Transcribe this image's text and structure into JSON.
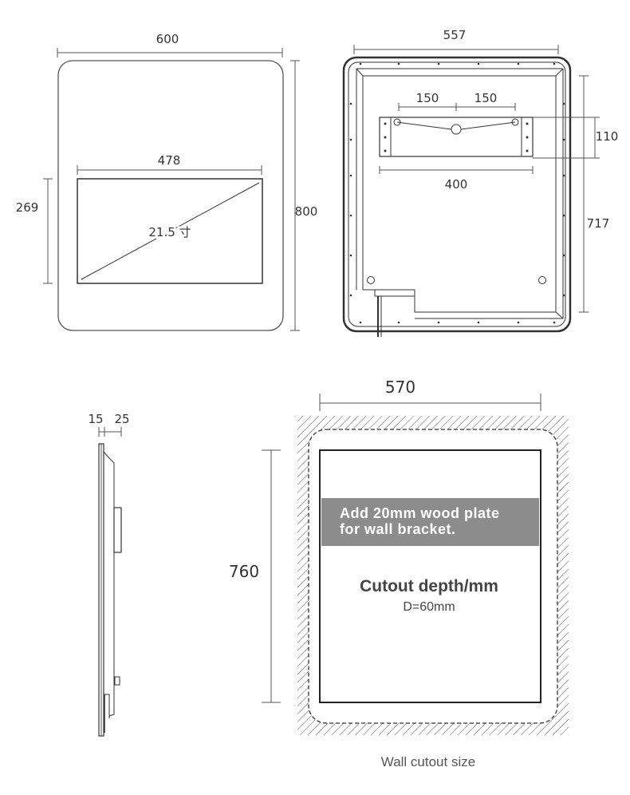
{
  "front_view": {
    "width_label": "600",
    "height_label": "800",
    "screen_width_label": "478",
    "screen_height_label": "269",
    "screen_size_label": "21.5 寸"
  },
  "back_view": {
    "width_label": "557",
    "height_label": "717",
    "bracket_left_label": "150",
    "bracket_right_label": "150",
    "bracket_height_label": "110",
    "bracket_width_label": "400"
  },
  "side_view": {
    "depth_label_1": "15",
    "depth_label_2": "25"
  },
  "cutout_view": {
    "width_label": "570",
    "height_label": "760",
    "note_line_1": "Add 20mm wood plate",
    "note_line_2": "for wall bracket.",
    "depth_title": "Cutout depth/mm",
    "depth_value": "D=60mm",
    "caption": "Wall cutout size"
  }
}
